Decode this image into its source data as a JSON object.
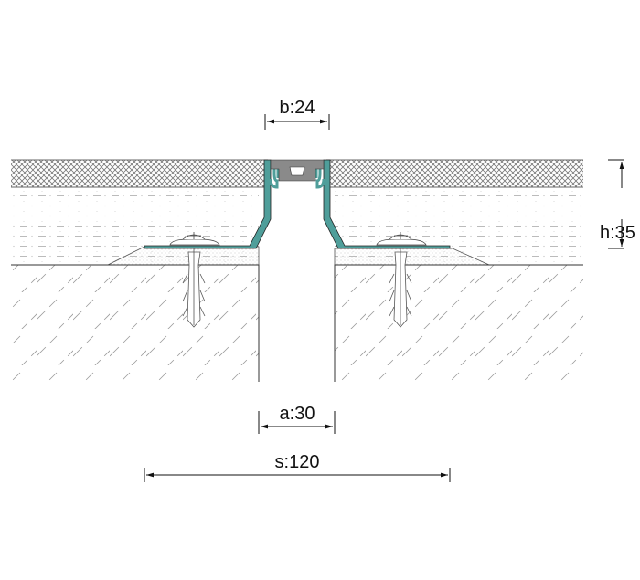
{
  "dimensions": {
    "b": "b:24",
    "h": "h:35",
    "a": "a:30",
    "s": "s:120"
  },
  "colors": {
    "profile": "#4f9e9a",
    "insert": "#8a8a8a",
    "line": "#222222",
    "hatch": "#8a8a8a"
  }
}
